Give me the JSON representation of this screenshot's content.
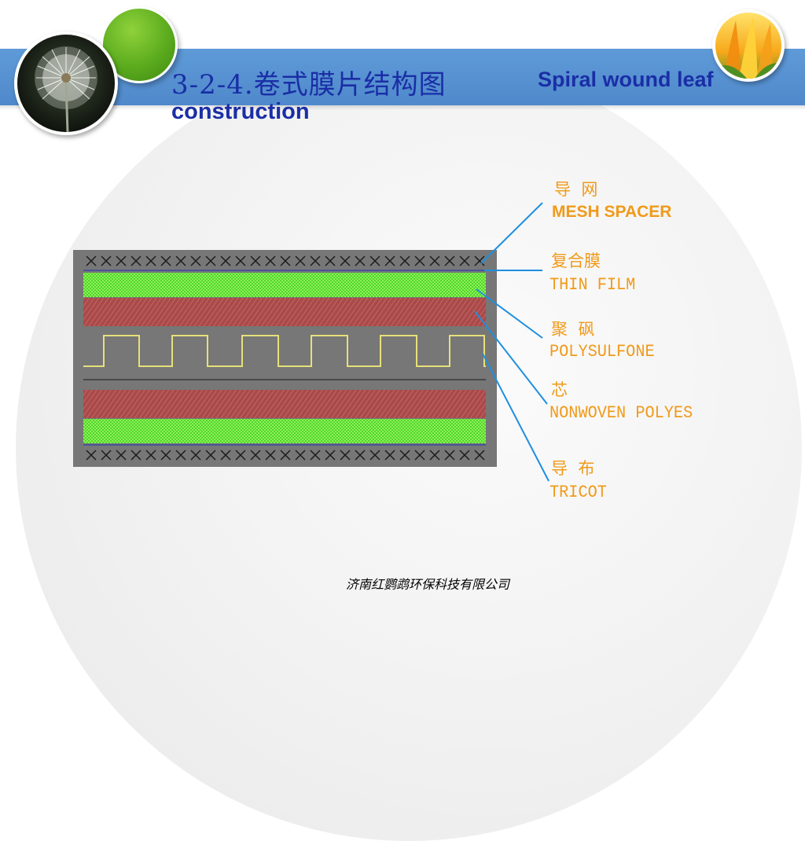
{
  "title": {
    "cn": "3-2-4.卷式膜片结构图",
    "en_line1": "Spiral wound leaf",
    "en_line2": "construction"
  },
  "layers": [
    {
      "cn": "导  网",
      "en": "MESH SPACER"
    },
    {
      "cn": "复合膜",
      "en": "THIN FILM"
    },
    {
      "cn": "聚  砜",
      "en": "POLYSULFONE"
    },
    {
      "cn": "芯",
      "en": "NONWOVEN POLYES"
    },
    {
      "cn": "导  布",
      "en": "TRICOT"
    }
  ],
  "footer": "济南红鹦鹉环保科技有限公司",
  "colors": {
    "title_band": "#5b96d6",
    "title_text": "#1a2ea6",
    "label_text": "#f09a1a",
    "leader_line": "#1e8fe0",
    "panel": "#7a7a7a",
    "film_green": "#7dea4c",
    "polysulfone_red": "#b34a4a",
    "tricot_yellow": "#e8e060"
  },
  "icons": [
    "dandelion-photo",
    "green-sphere",
    "flower-photo"
  ]
}
